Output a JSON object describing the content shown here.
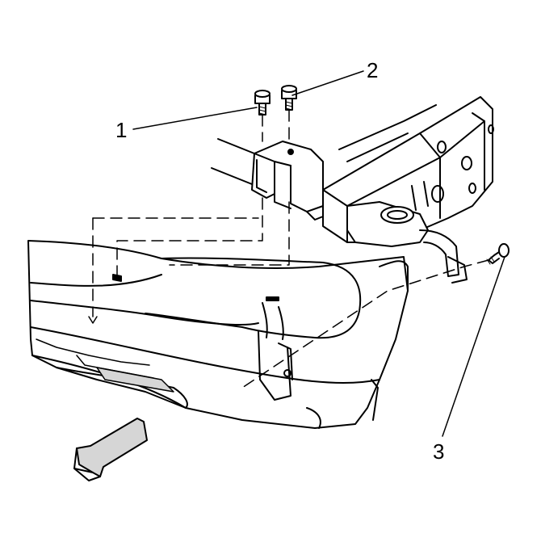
{
  "callouts": [
    {
      "id": "1",
      "label": "1"
    },
    {
      "id": "2",
      "label": "2"
    },
    {
      "id": "3",
      "label": "3"
    }
  ],
  "colors": {
    "line": "#000000",
    "fill": "#ffffff",
    "shade": "#d6d6d6"
  },
  "icons": {
    "direction": "front-direction-arrow-icon"
  }
}
